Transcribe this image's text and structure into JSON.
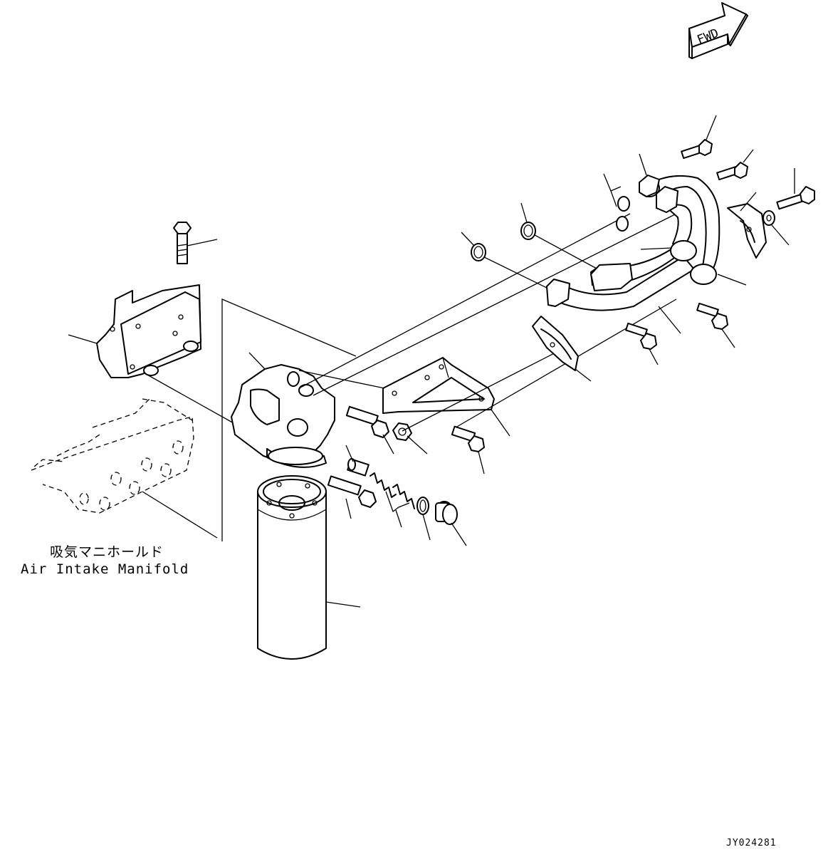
{
  "orientation_label": "FWD",
  "reference_label": {
    "japanese": "吸気マニホールド",
    "english": "Air Intake Manifold"
  },
  "drawing_code": "JY024281"
}
